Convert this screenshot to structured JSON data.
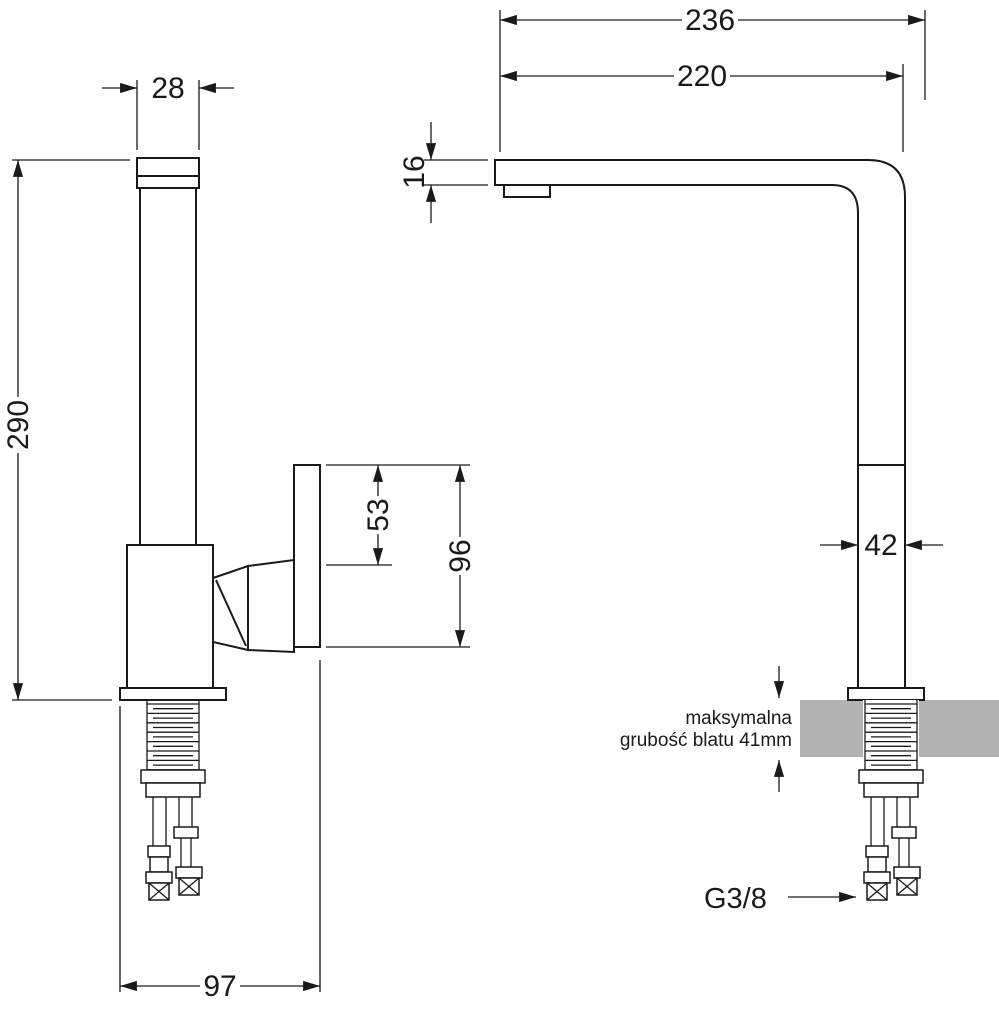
{
  "page": {
    "background": "#ffffff"
  },
  "colors": {
    "line": "#1a1a1a",
    "countertop_fill": "#b3b3b3"
  },
  "dims": {
    "top_width_mm": "28",
    "height_mm": "290",
    "handle_top_to_arm_mm": "53",
    "handle_height_mm": "96",
    "base_depth_mm": "97",
    "overall_reach_mm": "236",
    "spout_reach_mm": "220",
    "spout_thickness_mm": "16",
    "body_width_mm": "42"
  },
  "notes": {
    "countertop_note_line1": "maksymalna",
    "countertop_note_line2": "grubość blatu 41mm",
    "connector_thread": "G3/8"
  }
}
